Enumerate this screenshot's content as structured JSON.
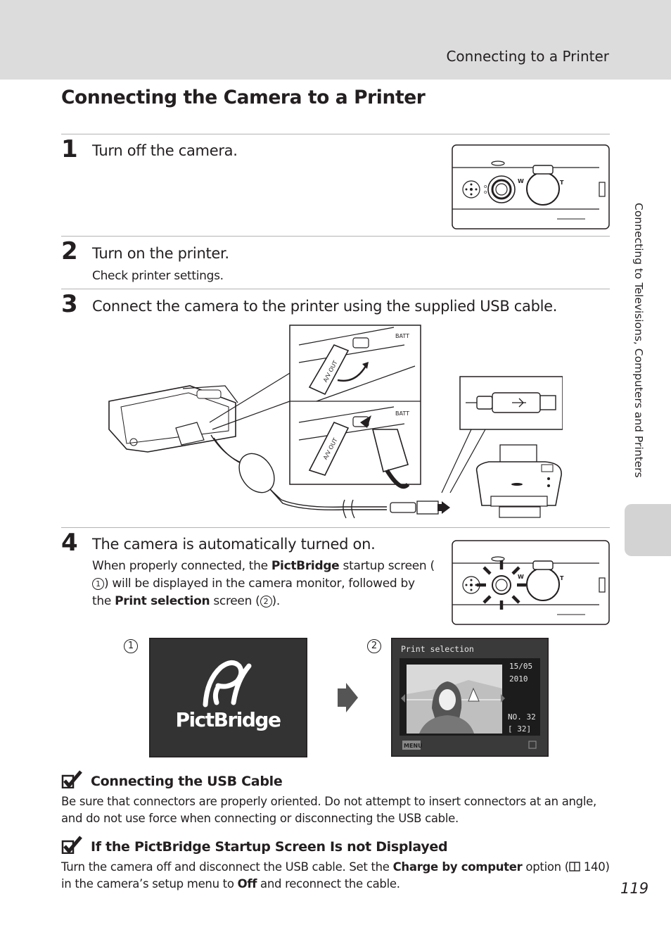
{
  "header": {
    "section": "Connecting to a Printer"
  },
  "side_tab": {
    "text": "Connecting to Televisions, Computers and Printers"
  },
  "title": "Connecting the Camera to a Printer",
  "steps": [
    {
      "number": "1",
      "text": "Turn off the camera."
    },
    {
      "number": "2",
      "text": "Turn on the printer.",
      "sub": "Check printer settings."
    },
    {
      "number": "3",
      "text": "Connect the camera to the printer using the supplied USB cable."
    },
    {
      "number": "4",
      "text": "The camera is automatically turned on.",
      "sub_parts": {
        "p1": "When properly connected, the ",
        "b1": "PictBridge",
        "p2": " startup screen (",
        "c1": "1",
        "p3": ") will be displayed in the camera monitor, followed by the ",
        "b2": "Print selection",
        "p4": " screen (",
        "c2": "2",
        "p5": ")."
      }
    }
  ],
  "screens": {
    "label1": "1",
    "label2": "2",
    "pictbridge_logo": "PictBridge",
    "print_selection": {
      "title": "Print selection",
      "date_day": "15/05",
      "date_year": "2010",
      "number": "NO.  32",
      "count": "[    32]",
      "menu_label": "MENU"
    }
  },
  "cable_labels": {
    "av": "A/V OUT",
    "batt": "BATT"
  },
  "notes": [
    {
      "title": "Connecting the USB Cable",
      "body": "Be sure that connectors are properly oriented. Do not attempt to insert connectors at an angle, and do not use force when connecting or disconnecting the USB cable."
    },
    {
      "title": "If the PictBridge Startup Screen Is not Displayed",
      "parts": {
        "p1": "Turn the camera off and disconnect the USB cable. Set the ",
        "b1": "Charge by computer",
        "p2": " option (",
        "ref": "140",
        "p3": ") in the camera’s setup menu to ",
        "b2": "Off",
        "p4": " and reconnect the cable."
      }
    }
  ],
  "page_number": "119"
}
